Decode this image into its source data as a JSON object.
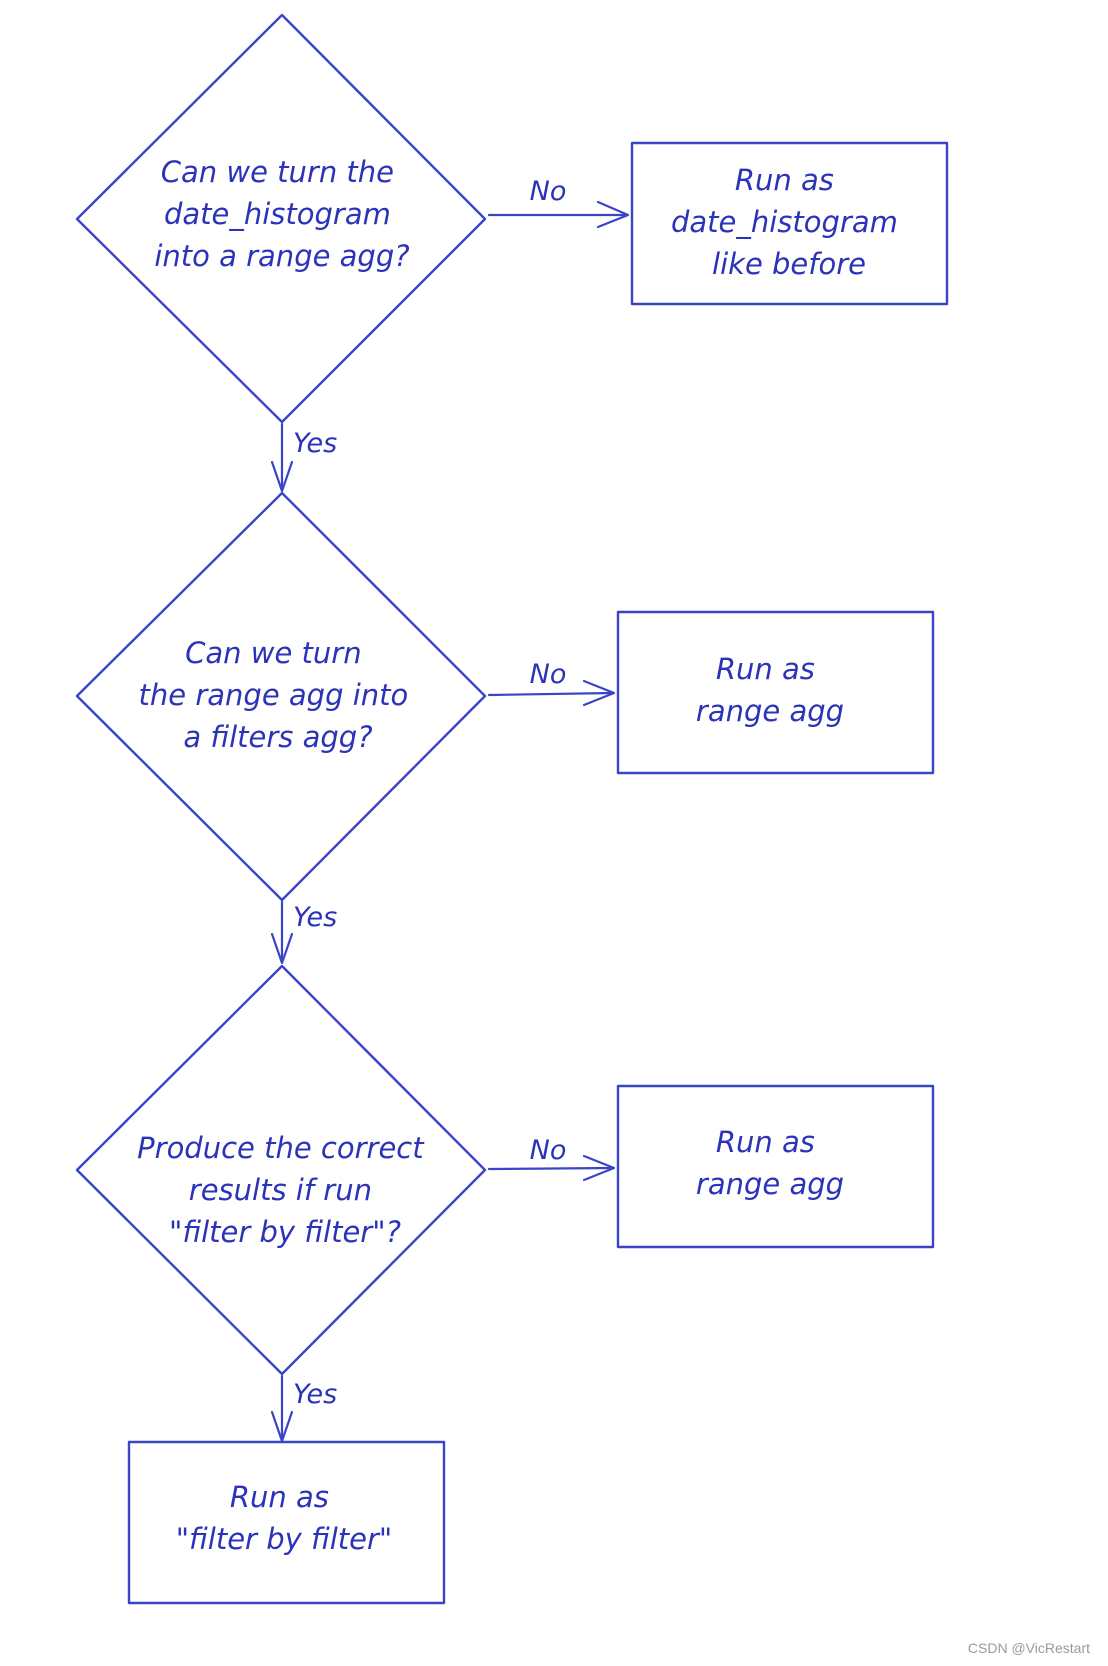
{
  "colors": {
    "stroke": "#3a44c6",
    "text": "#2b33b8",
    "background": "#ffffff"
  },
  "decisions": [
    {
      "lines": [
        "Can we turn the",
        "date_histogram",
        "into a range agg?"
      ]
    },
    {
      "lines": [
        "Can we turn",
        "the range agg into",
        "a filters agg?"
      ]
    },
    {
      "lines": [
        "Produce the correct",
        "results if run",
        "\"filter by filter\"?"
      ]
    }
  ],
  "outcomes": [
    {
      "lines": [
        "Run as",
        "date_histogram",
        "like before"
      ]
    },
    {
      "lines": [
        "Run as",
        "range agg"
      ]
    },
    {
      "lines": [
        "Run as",
        "range agg"
      ]
    },
    {
      "lines": [
        "Run as",
        "\"filter by filter\""
      ]
    }
  ],
  "edge_labels": {
    "no_1": "No",
    "yes_1": "Yes",
    "no_2": "No",
    "yes_2": "Yes",
    "no_3": "No",
    "yes_3": "Yes"
  },
  "watermark": "CSDN @VicRestart"
}
